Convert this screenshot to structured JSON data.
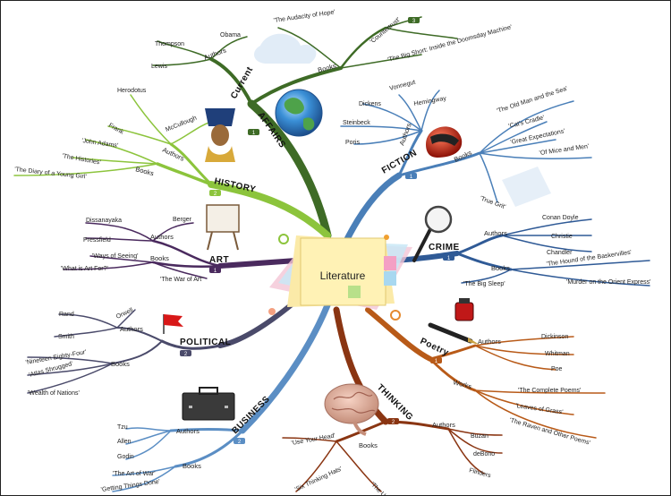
{
  "center": {
    "title": "Literature"
  },
  "branches": {
    "current_affairs": {
      "title_a": "Current",
      "title_b": "AFFAIRS",
      "badge": "1",
      "authors_label": "Authors",
      "books_label": "Books",
      "authors": [
        "Thompson",
        "Obama",
        "Lewis"
      ],
      "books": [
        "'The Audacity of Hope'",
        "'Countertrust'",
        "'The Big Short: Inside the Doomsday Machine'"
      ],
      "book_badge": "3"
    },
    "history": {
      "title": "HISTORY",
      "badge": "2",
      "authors_label": "Authors",
      "books_label": "Books",
      "authors": [
        "Herodotus",
        "McCullough",
        "Frank"
      ],
      "books": [
        "'John Adams'",
        "'The Histories'",
        "'The Diary of a Young Girl'"
      ]
    },
    "art": {
      "title": "ART",
      "badge": "1",
      "authors_label": "Authors",
      "books_label": "Books",
      "authors": [
        "Dissanayaka",
        "Berger",
        "Pressfield"
      ],
      "books": [
        "'Ways of Seeing'",
        "'What is Art For?'",
        "'The War of Art'"
      ]
    },
    "political": {
      "title": "POLITICAL",
      "badge": "2",
      "authors_label": "Authors",
      "books_label": "Books",
      "authors": [
        "Rand",
        "Orwell",
        "Smith"
      ],
      "books": [
        "'Nineteen Eighty-Four'",
        "'Atlas Shrugged'",
        "'Wealth of Nations'"
      ]
    },
    "business": {
      "title": "BUSINESS",
      "badge": "2",
      "authors_label": "Authors",
      "books_label": "Books",
      "authors": [
        "Tzu",
        "Allen",
        "Godin"
      ],
      "books": [
        "'The Art of War'",
        "'Getting Things Done'"
      ]
    },
    "fiction": {
      "title": "FICTION",
      "badge": "1",
      "authors_label": "Authors",
      "books_label": "Books",
      "authors": [
        "Vonnegut",
        "Dickens",
        "Hemingway",
        "Steinbeck",
        "Poris"
      ],
      "books": [
        "'The Old Man and the Sea'",
        "'Cat's Cradle'",
        "'Great Expectations'",
        "'Of Mice and Men'",
        "'True Grit'"
      ]
    },
    "crime": {
      "title": "CRIME",
      "badge": "1",
      "authors_label": "Authors",
      "books_label": "Books",
      "authors": [
        "Conan Doyle",
        "Christie",
        "Chandler"
      ],
      "books": [
        "'The Hound of the Baskervilles'",
        "'The Big Sleep'",
        "'Murder on the Orient Express'"
      ]
    },
    "poetry": {
      "title": "Poetry",
      "badge": "1",
      "authors_label": "Authors",
      "works_label": "Works",
      "authors": [
        "Dickinson",
        "Whitman",
        "Poe"
      ],
      "works": [
        "'The Complete Poems'",
        "'Leaves of Grass'",
        "'The Raven and Other Poems'"
      ]
    },
    "thinking": {
      "title": "THINKING",
      "badge": "2",
      "authors_label": "Authors",
      "books_label": "Books",
      "authors": [
        "Buzan",
        "deBono",
        "Flinders"
      ],
      "books": [
        "'Use Your Head'",
        "'Six Thinking Hats'",
        "'The U…'"
      ]
    }
  },
  "icons": [
    "globe-icon",
    "bust-icon",
    "easel-icon",
    "flag-icon",
    "briefcase-icon",
    "helmet-icon",
    "magnifier-icon",
    "ink-pen-icon",
    "brain-icon",
    "book-stack-icon"
  ],
  "colors": {
    "current": "#3e6b26",
    "history": "#8cc43c",
    "art": "#4a2a5e",
    "political": "#4a4a6a",
    "business": "#5b8ec4",
    "fiction": "#4a7fb8",
    "crime": "#2f5a96",
    "poetry": "#b85a18",
    "thinking": "#8a3512"
  }
}
